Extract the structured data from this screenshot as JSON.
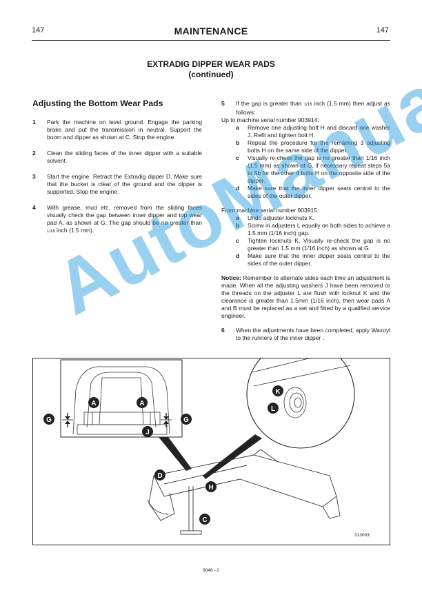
{
  "header": {
    "page_left": "147",
    "page_right": "147",
    "title": "MAINTENANCE"
  },
  "section": {
    "title_line1": "EXTRADIG DIPPER WEAR PADS",
    "title_line2": "(continued)"
  },
  "left": {
    "heading": "Adjusting the Bottom Wear Pads",
    "steps": [
      {
        "num": "1",
        "text": "Park the machine on level ground. Engage the parking brake and put the transmission in neutral. Support the boom and dipper as shown at C. Stop the engine."
      },
      {
        "num": "2",
        "text": "Clean the sliding faces of the inner dipper with a suitable solvent."
      },
      {
        "num": "3",
        "text": "Start the engine. Retract the Extradig dipper D. Make sure that the bucket is clear of the ground and the dipper is supported. Stop the engine."
      },
      {
        "num": "4",
        "text_a": "With grease, mud etc. removed from the sliding faces visually check the gap between inner dipper and top wear pad A, as shown at G. The gap should be no greater than ",
        "frac": "1/16",
        "text_b": " inch (1.5 mm)."
      }
    ]
  },
  "right": {
    "step5": {
      "num": "5",
      "text_a": "If the gap is greater than ",
      "frac": "1/16",
      "text_b": " inch (1.5 mm) then adjust as follows:"
    },
    "serial_1": "Up to machine serial number 903914:",
    "sub_1": [
      {
        "letter": "a",
        "text": "Remove one adjusting bolt H and discard one washer J. Refit and tighten bolt H."
      },
      {
        "letter": "b",
        "text": "Repeat the procedure for the remaining 3 adjusting bolts H on the same side of the dipper."
      },
      {
        "letter": "c",
        "text": "Visually re-check the gap is no greater than 1/16 inch (1.5 mm) as shown at G, if necessary repeat steps 5a to 5b for the other 4 bolts H on the opposite side of the dipper."
      },
      {
        "letter": "d",
        "text": "Make sure that the inner dipper seats central to the sides of the outer dipper."
      }
    ],
    "serial_2": "From machine serial number 903915:",
    "sub_2": [
      {
        "letter": "a",
        "text": "Undo adjuster locknuts K."
      },
      {
        "letter": "b",
        "text": "Screw in adjusters L equally on both sides to achieve a 1.5 mm (1/16 inch) gap."
      },
      {
        "letter": "c",
        "text": "Tighten locknuts K. Visually re-check the gap is no greater than 1.5 mm (1/16 inch) as shown at G."
      },
      {
        "letter": "d",
        "text": "Make sure that the inner dipper seats central to the sides of the outer dipper."
      }
    ],
    "notice_label": "Notice:",
    "notice_text": " Remember to alternate sides each time an adjustment is made. When all the adjusting washers J have been removed or the threads on the adjuster L are flush with locknut K and the clearance is greater than 1.5mm (1/16 inch), then wear pads A and B must be replaced as a set and fitted by a qualified service engineer.",
    "step6": {
      "num": "6",
      "text": "When the adjustments have been completed, apply Waxoyl to the runners of the inner dipper ."
    }
  },
  "figure": {
    "labels": {
      "A": "A",
      "G": "G",
      "J": "J",
      "K": "K",
      "L": "L",
      "D": "D",
      "H": "H",
      "C": "C"
    },
    "ref": "313003"
  },
  "footer": {
    "code": "9048 - 2"
  },
  "watermark": {
    "text": "AutoManual",
    "color": "#1e96dc"
  }
}
